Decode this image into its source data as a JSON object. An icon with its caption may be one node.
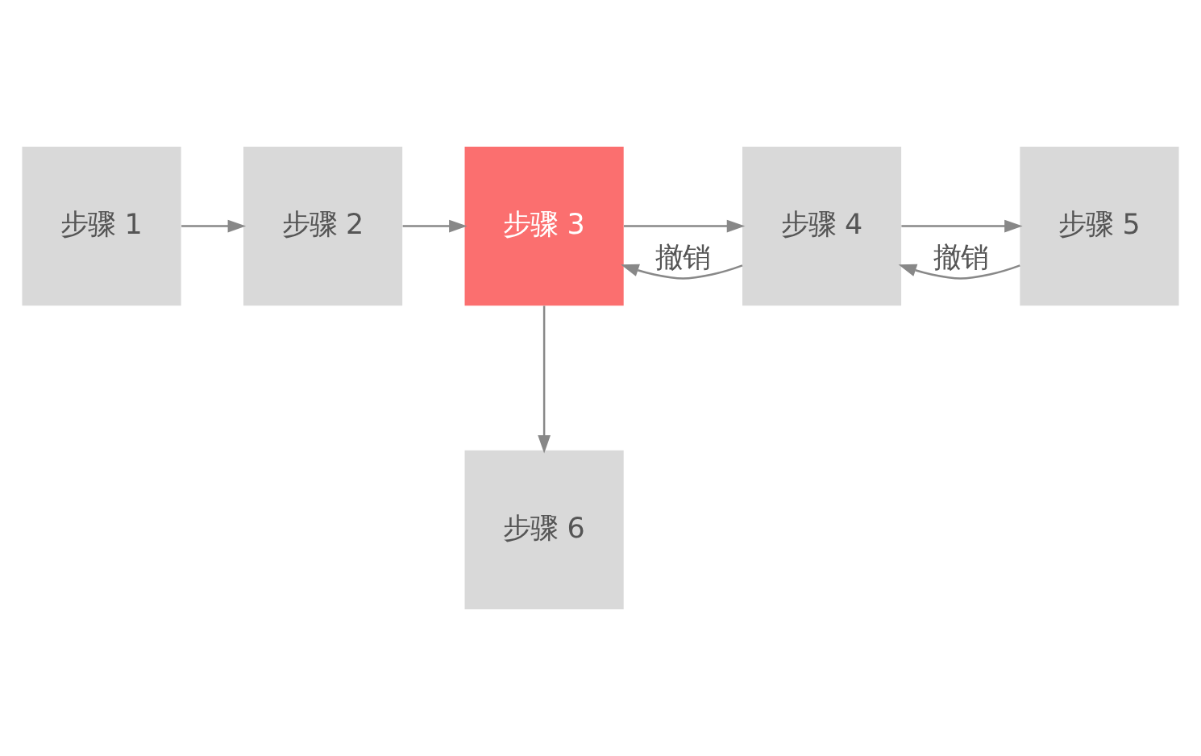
{
  "diagram": {
    "nodes": [
      {
        "text": [
          "步骤 1"
        ]
      },
      {
        "text": [
          "步骤 2"
        ]
      },
      {
        "text": [
          "步骤 3"
        ]
      },
      {
        "text": [
          "步骤 4"
        ]
      },
      {
        "text": [
          "步骤 5"
        ]
      },
      {
        "text": [
          "步骤 6"
        ]
      }
    ],
    "edges": [
      {
        "from": 0,
        "to": 1,
        "arrow": "to"
      },
      {
        "from": 1,
        "to": 2,
        "arrow": "to"
      },
      {
        "from": 2,
        "to": 3,
        "arrow": "to"
      },
      {
        "from": 3,
        "to": 4,
        "arrow": "to"
      },
      {
        "from": 2,
        "to": 5,
        "arrow": "to"
      },
      {
        "from": 3,
        "to": 2,
        "label": "撤销",
        "arrow": "to"
      },
      {
        "from": 4,
        "to": 3,
        "label": "撤销",
        "arrow": "to"
      }
    ]
  }
}
